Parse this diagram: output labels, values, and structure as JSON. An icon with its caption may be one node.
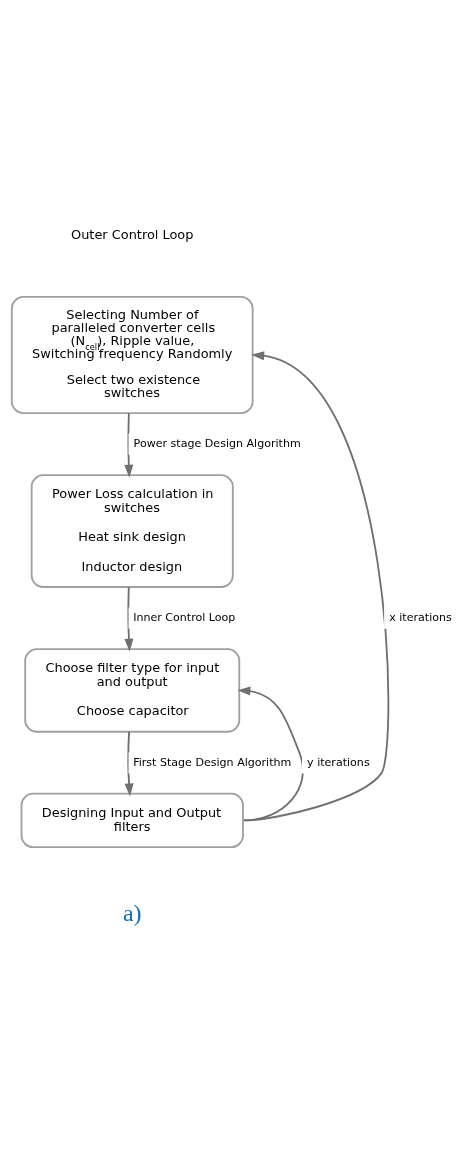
{
  "diagram": {
    "nodes": [
      {
        "text": [
          "Selecting Number of paralleled converter cells (N$_{cell}$), Ripple value, Switching frequency Randomly",
          "Select two existence switches"
        ]
      },
      {
        "text": [
          "Power Loss calculation in switches",
          "Heat sink design",
          "Inductor design"
        ]
      },
      {
        "text": [
          "Choose filter type for input and output",
          "Choose capacitor"
        ]
      },
      {
        "text": [
          "Designing Input and Output filters"
        ]
      }
    ],
    "edges": [
      {
        "from": 0,
        "to": 1,
        "arrow": "to",
        "label": "Power stage Design Algorithm"
      },
      {
        "from": 1,
        "to": 2,
        "arrow": "to",
        "label": "Inner Control Loop"
      },
      {
        "from": 2,
        "to": 3,
        "arrow": "to",
        "label": "First Stage Design Algorithm"
      },
      {
        "from": 3,
        "to": 2,
        "arrow": "to",
        "label": "y iterations"
      },
      {
        "from": 3,
        "to": 0,
        "arrow": "to",
        "label": "x iterations"
      }
    ],
    "labels": [
      "Outer Control Loop",
      "a)"
    ]
  }
}
